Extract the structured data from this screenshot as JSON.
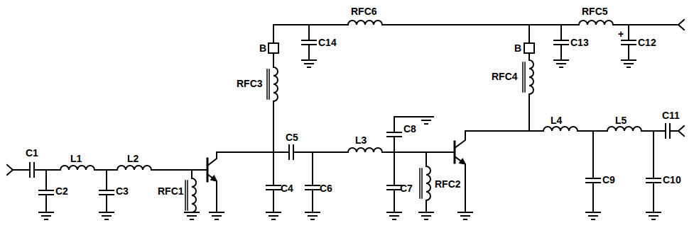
{
  "diagram": {
    "labels": [
      "RFC6",
      "RFC5",
      "B",
      "C14",
      "C13",
      "+",
      "C12",
      "B",
      "RFC3",
      "RFC4",
      "C8",
      "C5",
      "L3",
      "C1",
      "L1",
      "L2",
      "C2",
      "C3",
      "RFC1",
      "C4",
      "C6",
      "C7",
      "RFC2",
      "L4",
      "L5",
      "C11",
      "C9",
      "C10"
    ]
  }
}
